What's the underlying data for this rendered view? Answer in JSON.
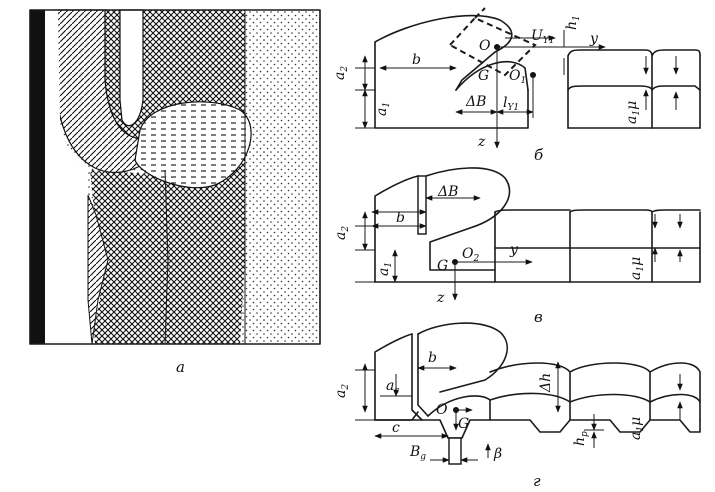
{
  "panels": {
    "a": {
      "caption": "а"
    },
    "b": {
      "caption": "б",
      "labels": {
        "a2": "a",
        "a2_sub": "2",
        "a1": "a",
        "a1_sub": "1",
        "b": "b",
        "dB": "ΔB",
        "G": "G",
        "O": "O",
        "O1": "O",
        "O1_sub": "1",
        "U": "U",
        "U_sub": "Y1",
        "h1": "h",
        "h1_sub": "1",
        "y": "y",
        "z": "z",
        "l": "l",
        "l_sub": "Y1",
        "a1u": "a",
        "a1u_sub": "1",
        "a1u_mu": "μ"
      }
    },
    "v": {
      "caption": "в",
      "labels": {
        "dB": "ΔB",
        "a2": "a",
        "a2_sub": "2",
        "b": "b",
        "a1": "a",
        "a1_sub": "1",
        "G": "G",
        "O2": "O",
        "O2_sub": "2",
        "y": "y",
        "z": "z",
        "a1u": "a",
        "a1u_sub": "1",
        "a1u_mu": "μ"
      }
    },
    "g": {
      "caption": "г",
      "labels": {
        "a2": "a",
        "a2_sub": "2",
        "ac": "a",
        "ac_sub": "c",
        "b": "b",
        "dh": "Δh",
        "O": "O",
        "G": "G",
        "c": "c",
        "Bg": "B",
        "Bg_sub": "g",
        "beta": "β",
        "hp": "h",
        "hp_sub": "p",
        "a1u": "a",
        "a1u_sub": "1",
        "a1u_mu": "μ"
      }
    }
  },
  "colors": {
    "ink": "#1a1a1a",
    "paper": "#ffffff"
  }
}
